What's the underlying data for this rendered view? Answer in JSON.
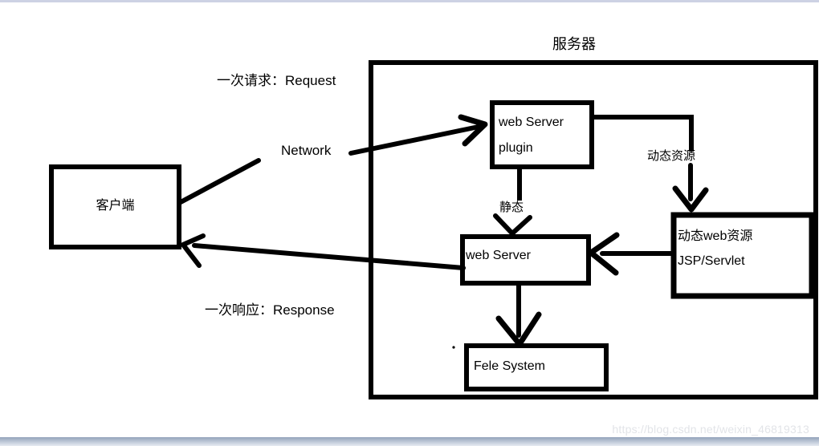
{
  "diagram": {
    "server_group_label": "服务器",
    "nodes": {
      "client": {
        "label": "客户端"
      },
      "plugin": {
        "label_line1": "web Server",
        "label_line2": "plugin"
      },
      "web_server": {
        "label": "web Server"
      },
      "dynamic_resource": {
        "label_line1": "动态web资源",
        "label_line2": "JSP/Servlet"
      },
      "file_system": {
        "label": "Fele System"
      }
    },
    "edge_labels": {
      "request": "一次请求：Request",
      "network": "Network",
      "response": "一次响应：Response",
      "dynamic": "动态资源",
      "static": "静态"
    }
  },
  "watermark": "https://blog.csdn.net/weixin_46819313",
  "colors": {
    "stroke": "#000000",
    "background": "#ffffff",
    "top_bar": "#cdd2e4",
    "bottom_bar_top": "#93a3ba",
    "bottom_bar_bottom": "#e7ebf2",
    "watermark_text": "#e2e4e8"
  }
}
